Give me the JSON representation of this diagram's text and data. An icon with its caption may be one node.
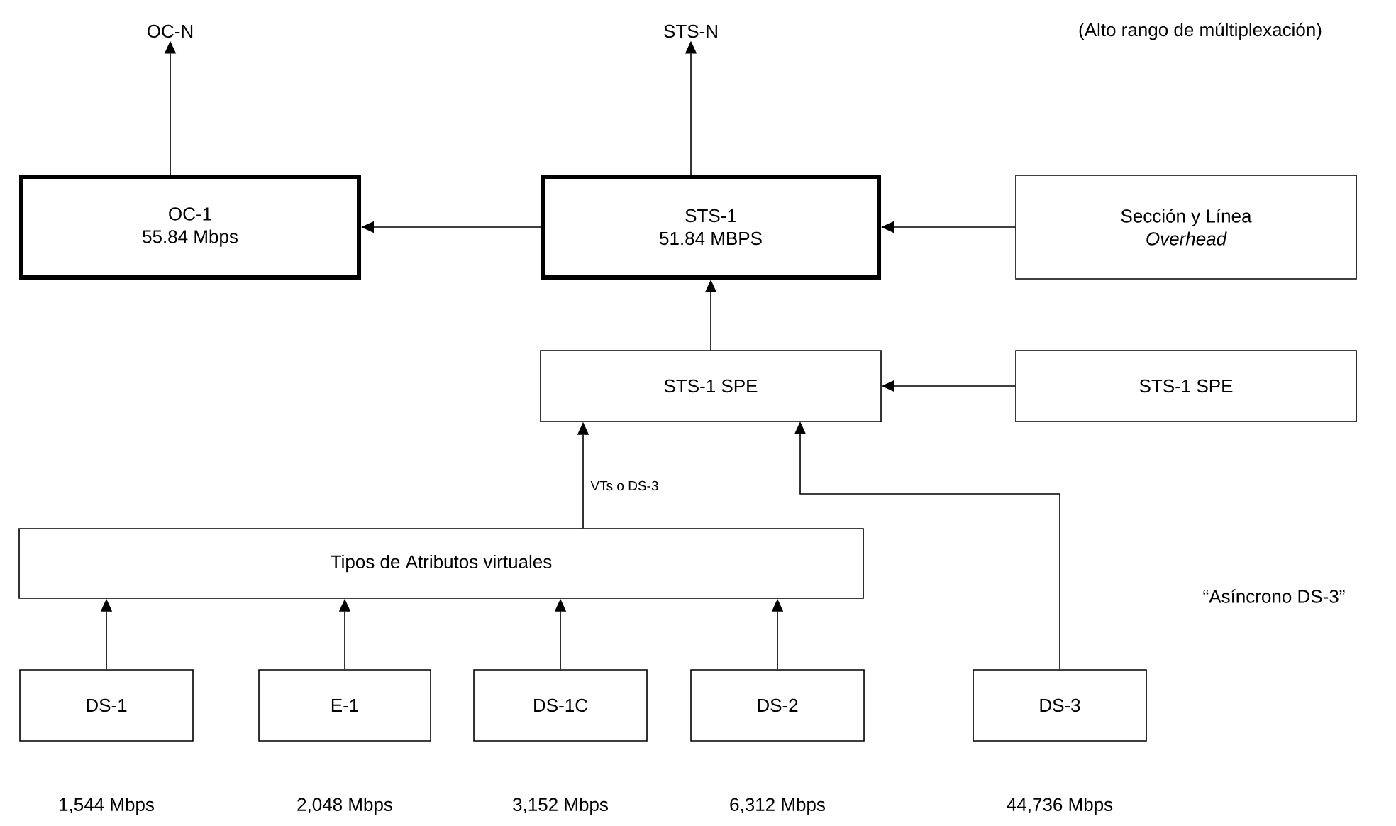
{
  "diagram": {
    "nodes": [
      {
        "text": [
          "OC-N"
        ]
      },
      {
        "text": [
          "STS-N"
        ]
      },
      {
        "text": [
          "OC-1",
          "55.84 Mbps"
        ]
      },
      {
        "text": [
          "STS-1",
          "51.84 MBPS"
        ]
      },
      {
        "text": [
          "Sección y Línea",
          "Overhead"
        ]
      },
      {
        "text": [
          "STS-1 SPE"
        ]
      },
      {
        "text": [
          "STS-1 SPE"
        ]
      },
      {
        "text": [
          "Tipos de Atributos virtuales"
        ]
      },
      {
        "text": [
          "DS-1"
        ],
        "beside": [
          "1,544 Mbps"
        ]
      },
      {
        "text": [
          "E-1"
        ],
        "beside": [
          "2,048 Mbps"
        ]
      },
      {
        "text": [
          "DS-1C"
        ],
        "beside": [
          "3,152 Mbps"
        ]
      },
      {
        "text": [
          "DS-2"
        ],
        "beside": [
          "6,312 Mbps"
        ]
      },
      {
        "text": [
          "DS-3"
        ],
        "beside": [
          "44,736 Mbps"
        ]
      }
    ],
    "edges": [
      {
        "from": 2,
        "to": 0,
        "arrow": "to"
      },
      {
        "from": 3,
        "to": 1,
        "arrow": "to"
      },
      {
        "from": 3,
        "to": 2,
        "arrow": "to"
      },
      {
        "from": 4,
        "to": 3,
        "arrow": "to"
      },
      {
        "from": 5,
        "to": 3,
        "arrow": "to"
      },
      {
        "from": 6,
        "to": 5,
        "arrow": "to"
      },
      {
        "from": 7,
        "to": 5,
        "arrow": "to",
        "label": "VTs o DS-3"
      },
      {
        "from": 12,
        "to": 5,
        "arrow": "to"
      },
      {
        "from": 8,
        "to": 7,
        "arrow": "to"
      },
      {
        "from": 9,
        "to": 7,
        "arrow": "to"
      },
      {
        "from": 10,
        "to": 7,
        "arrow": "to"
      },
      {
        "from": 11,
        "to": 7,
        "arrow": "to"
      }
    ],
    "labels": [
      "(Alto rango de múltiplexación)",
      "“Asíncrono DS-3”"
    ]
  }
}
